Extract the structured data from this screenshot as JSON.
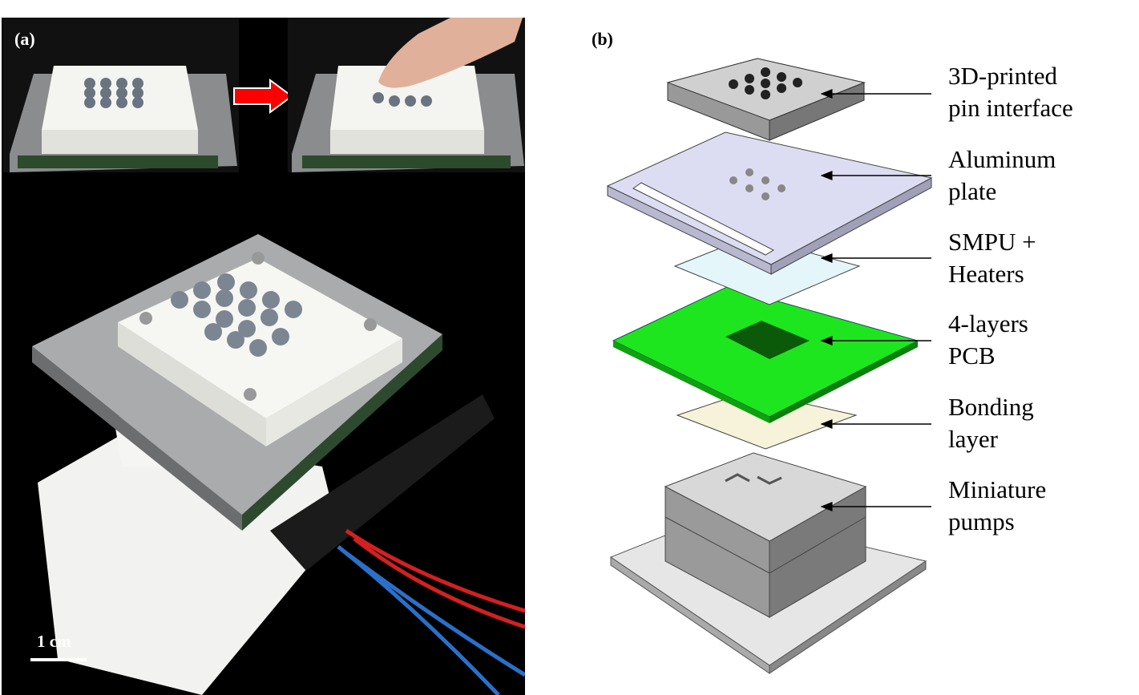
{
  "panels": {
    "a": {
      "label": "(a)",
      "scale_bar": "1 cm"
    },
    "b": {
      "label": "(b)"
    }
  },
  "components": [
    {
      "line1": "3D-printed",
      "line2": "pin interface"
    },
    {
      "line1": "Aluminum",
      "line2": "plate"
    },
    {
      "line1": "SMPU +",
      "line2": "Heaters"
    },
    {
      "line1": "4-layers",
      "line2": "PCB"
    },
    {
      "line1": "Bonding",
      "line2": "layer"
    },
    {
      "line1": "Miniature",
      "line2": "pumps"
    }
  ],
  "colors": {
    "arrow": "#ff0000",
    "pcb": "#1ee61e",
    "aluminum": "#dcdcf2",
    "smpu": "#e4f6fa",
    "bonding": "#f7f2da"
  }
}
